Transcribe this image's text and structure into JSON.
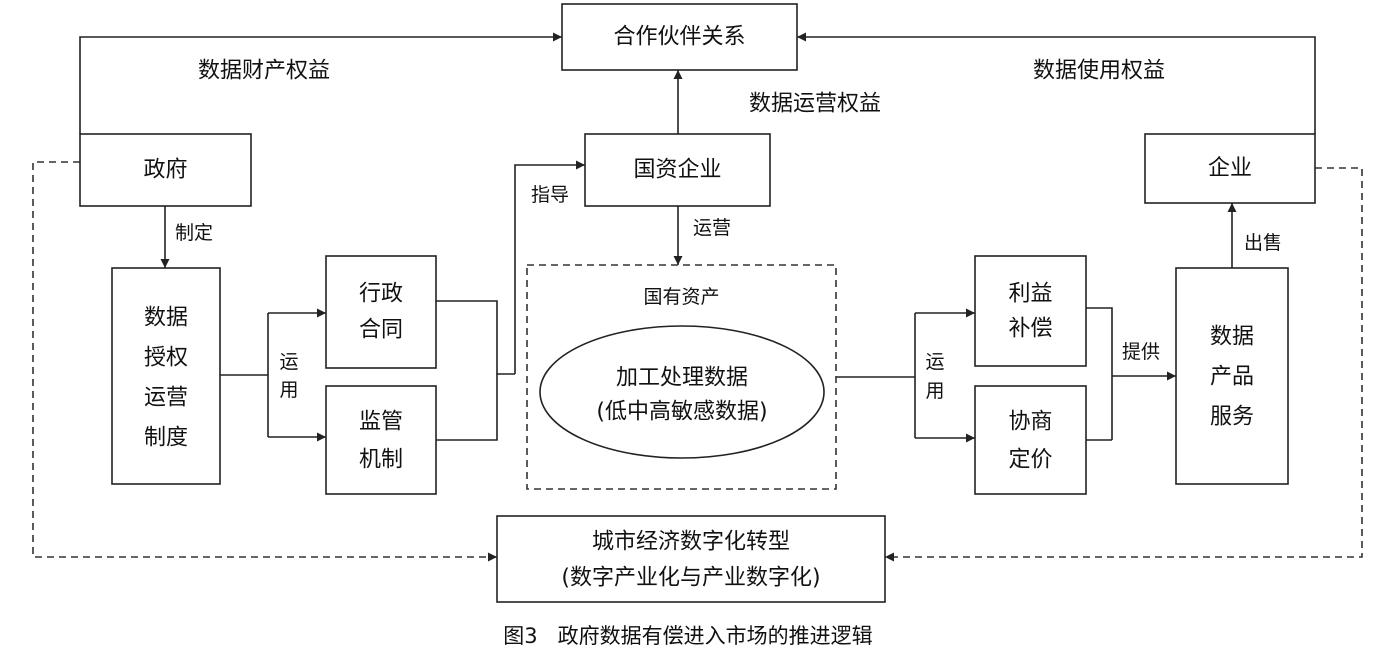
{
  "nodes": {
    "partnership": "合作伙伴关系",
    "government": "政府",
    "soe": "国资企业",
    "enterprise": "企业",
    "authorization_system": [
      "数据",
      "授权",
      "运营",
      "制度"
    ],
    "admin_contract": [
      "行政",
      "合同"
    ],
    "supervision": [
      "监管",
      "机制"
    ],
    "state_assets_title": "国有资产",
    "processed_data": [
      "加工处理数据",
      "(低中高敏感数据)"
    ],
    "benefit_compensation": [
      "利益",
      "补偿"
    ],
    "negotiated_pricing": [
      "协商",
      "定价"
    ],
    "data_products": [
      "数据",
      "产品",
      "服务"
    ],
    "digital_transformation": [
      "城市经济数字化转型",
      "(数字产业化与产业数字化)"
    ]
  },
  "edge_labels": {
    "data_property_rights": "数据财产权益",
    "data_usage_rights": "数据使用权益",
    "data_operation_rights": "数据运营权益",
    "formulate": "制定",
    "guide": "指导",
    "operate": "运营",
    "apply_left": [
      "运",
      "用"
    ],
    "apply_right": [
      "运",
      "用"
    ],
    "provide": "提供",
    "sell": "出售"
  },
  "caption": "图3   政府数据有偿进入市场的推进逻辑"
}
